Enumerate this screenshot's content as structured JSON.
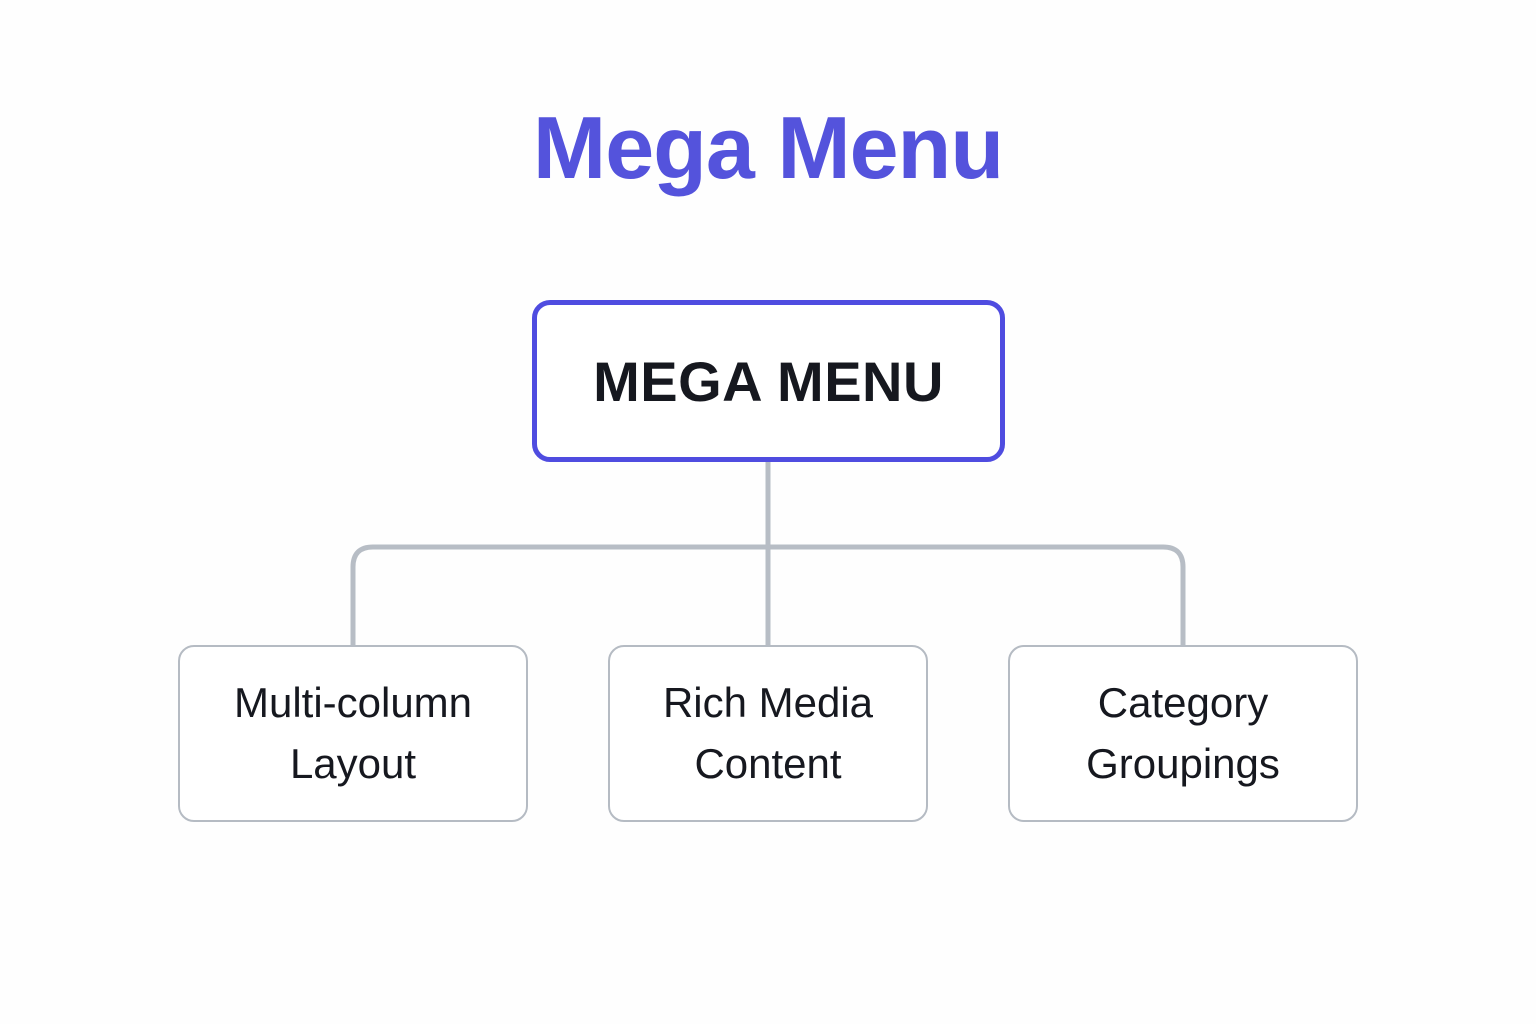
{
  "title": {
    "text": "Mega Menu",
    "color": "#5453dc"
  },
  "diagram": {
    "root": {
      "label": "MEGA MENU",
      "border_color": "#4f4ce0",
      "background": "#ffffff",
      "text_color": "#16181f"
    },
    "children": [
      {
        "label": "Multi-column Layout"
      },
      {
        "label": "Rich Media Content"
      },
      {
        "label": "Category Groupings"
      }
    ],
    "child_border_color": "#b5bbc3",
    "connector_color": "#b7bdc5",
    "background": "#fefefe"
  }
}
